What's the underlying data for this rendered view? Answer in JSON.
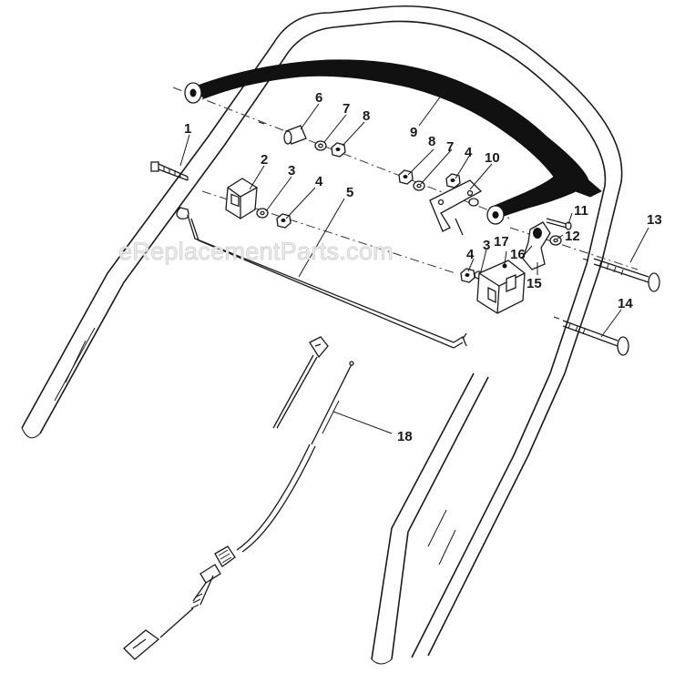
{
  "watermark": "eReplacementParts.com",
  "callouts": [
    {
      "id": "1",
      "label": "1"
    },
    {
      "id": "2",
      "label": "2"
    },
    {
      "id": "3a",
      "label": "3"
    },
    {
      "id": "3b",
      "label": "3"
    },
    {
      "id": "4a",
      "label": "4"
    },
    {
      "id": "4b",
      "label": "4"
    },
    {
      "id": "4c",
      "label": "4"
    },
    {
      "id": "5",
      "label": "5"
    },
    {
      "id": "6",
      "label": "6"
    },
    {
      "id": "7a",
      "label": "7"
    },
    {
      "id": "7b",
      "label": "7"
    },
    {
      "id": "8a",
      "label": "8"
    },
    {
      "id": "8b",
      "label": "8"
    },
    {
      "id": "9",
      "label": "9"
    },
    {
      "id": "10",
      "label": "10"
    },
    {
      "id": "11",
      "label": "11"
    },
    {
      "id": "12",
      "label": "12"
    },
    {
      "id": "13",
      "label": "13"
    },
    {
      "id": "14",
      "label": "14"
    },
    {
      "id": "15",
      "label": "15"
    },
    {
      "id": "16",
      "label": "16"
    },
    {
      "id": "17",
      "label": "17"
    },
    {
      "id": "18",
      "label": "18"
    }
  ]
}
